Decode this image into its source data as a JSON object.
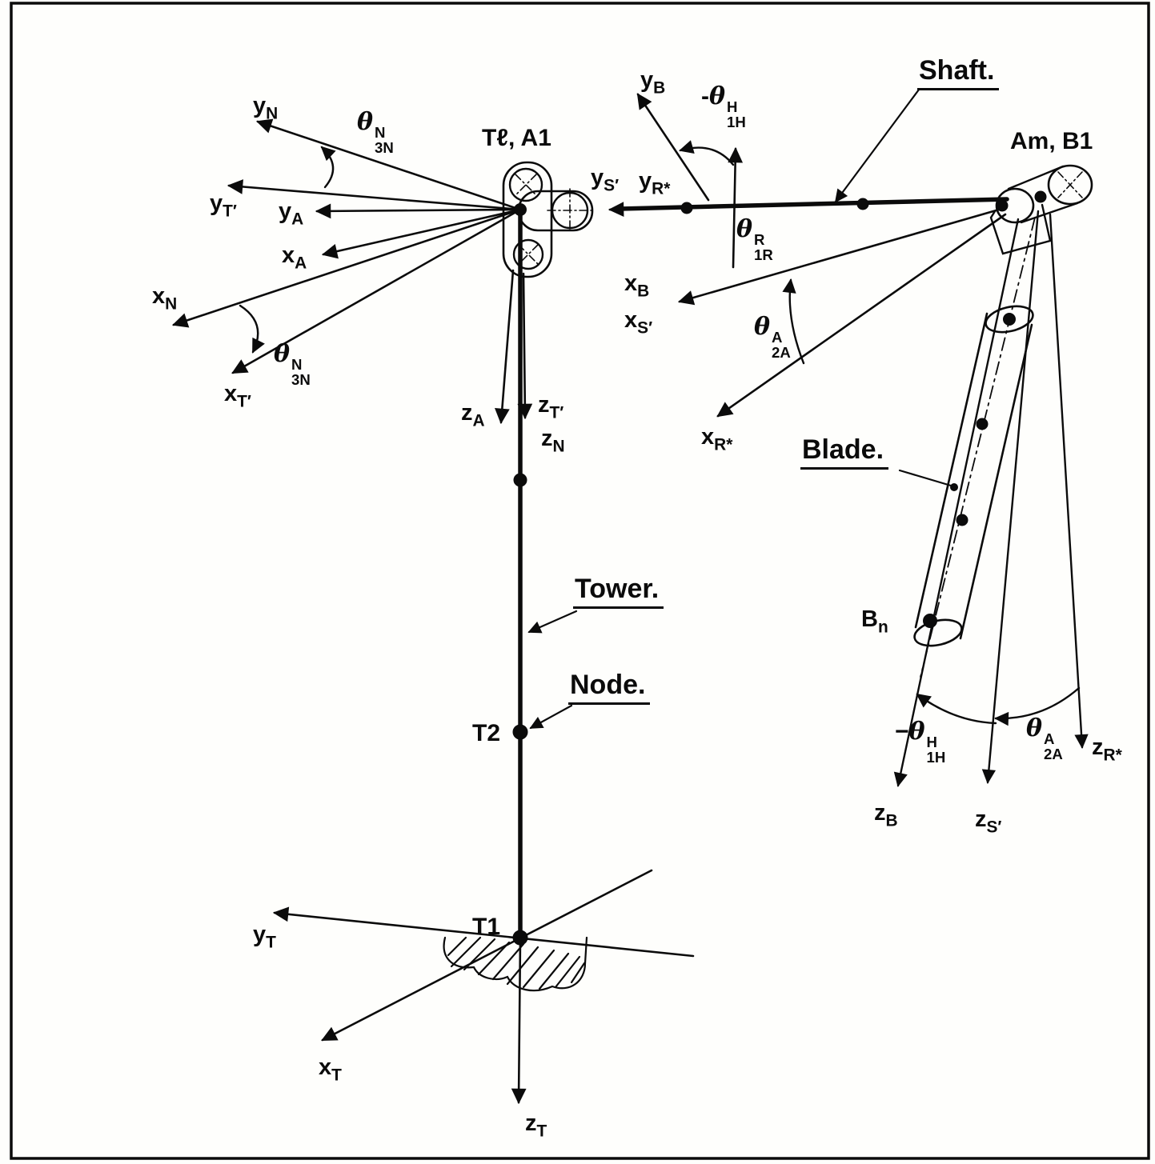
{
  "figure": {
    "labels": {
      "shaft": "Shaft.",
      "tower": "Tower.",
      "node": "Node.",
      "blade": "Blade.",
      "hub_top": "Tℓ, A1",
      "hub_right": "Am, B1",
      "t2": "T2",
      "t1": "T1",
      "bn": {
        "main": "B",
        "sub": "n"
      }
    },
    "axes": {
      "yN": {
        "main": "y",
        "sub": "N"
      },
      "yTp": {
        "main": "y",
        "sub": "T′"
      },
      "yA": {
        "main": "y",
        "sub": "A"
      },
      "xA": {
        "main": "x",
        "sub": "A"
      },
      "xN": {
        "main": "x",
        "sub": "N"
      },
      "xTp": {
        "main": "x",
        "sub": "T′"
      },
      "zA": {
        "main": "z",
        "sub": "A"
      },
      "zTp": {
        "main": "z",
        "sub": "T′"
      },
      "zN": {
        "main": "z",
        "sub": "N"
      },
      "ySp": {
        "main": "y",
        "sub": "S′"
      },
      "yRs": {
        "main": "y",
        "sub": "R*"
      },
      "yB": {
        "main": "y",
        "sub": "B"
      },
      "xB": {
        "main": "x",
        "sub": "B"
      },
      "xSp": {
        "main": "x",
        "sub": "S′"
      },
      "xRs": {
        "main": "x",
        "sub": "R*"
      },
      "yT": {
        "main": "y",
        "sub": "T"
      },
      "xT": {
        "main": "x",
        "sub": "T"
      },
      "zT": {
        "main": "z",
        "sub": "T"
      },
      "zB": {
        "main": "z",
        "sub": "B"
      },
      "zSp": {
        "main": "z",
        "sub": "S′"
      },
      "zRs": {
        "main": "z",
        "sub": "R*"
      }
    },
    "angles": {
      "theta3N_upper": {
        "sign": "",
        "theta": "θ",
        "sup": "N",
        "sub": "3N"
      },
      "theta3N_lower": {
        "sign": "",
        "theta": "θ",
        "sup": "N",
        "sub": "3N"
      },
      "theta1H_upper": {
        "sign": "-",
        "theta": "θ",
        "sup": "H",
        "sub": "1H"
      },
      "theta1R": {
        "sign": "",
        "theta": "θ",
        "sup": "R",
        "sub": "1R"
      },
      "theta2A_mid": {
        "sign": "",
        "theta": "θ",
        "sup": "A",
        "sub": "2A"
      },
      "theta1H_lower": {
        "sign": "−",
        "theta": "θ",
        "sup": "H",
        "sub": "1H"
      },
      "theta2A_lower": {
        "sign": "",
        "theta": "θ",
        "sup": "A",
        "sub": "2A"
      }
    },
    "colors": {
      "ink": "#0b0b0b",
      "paper": "#fefefc"
    }
  }
}
